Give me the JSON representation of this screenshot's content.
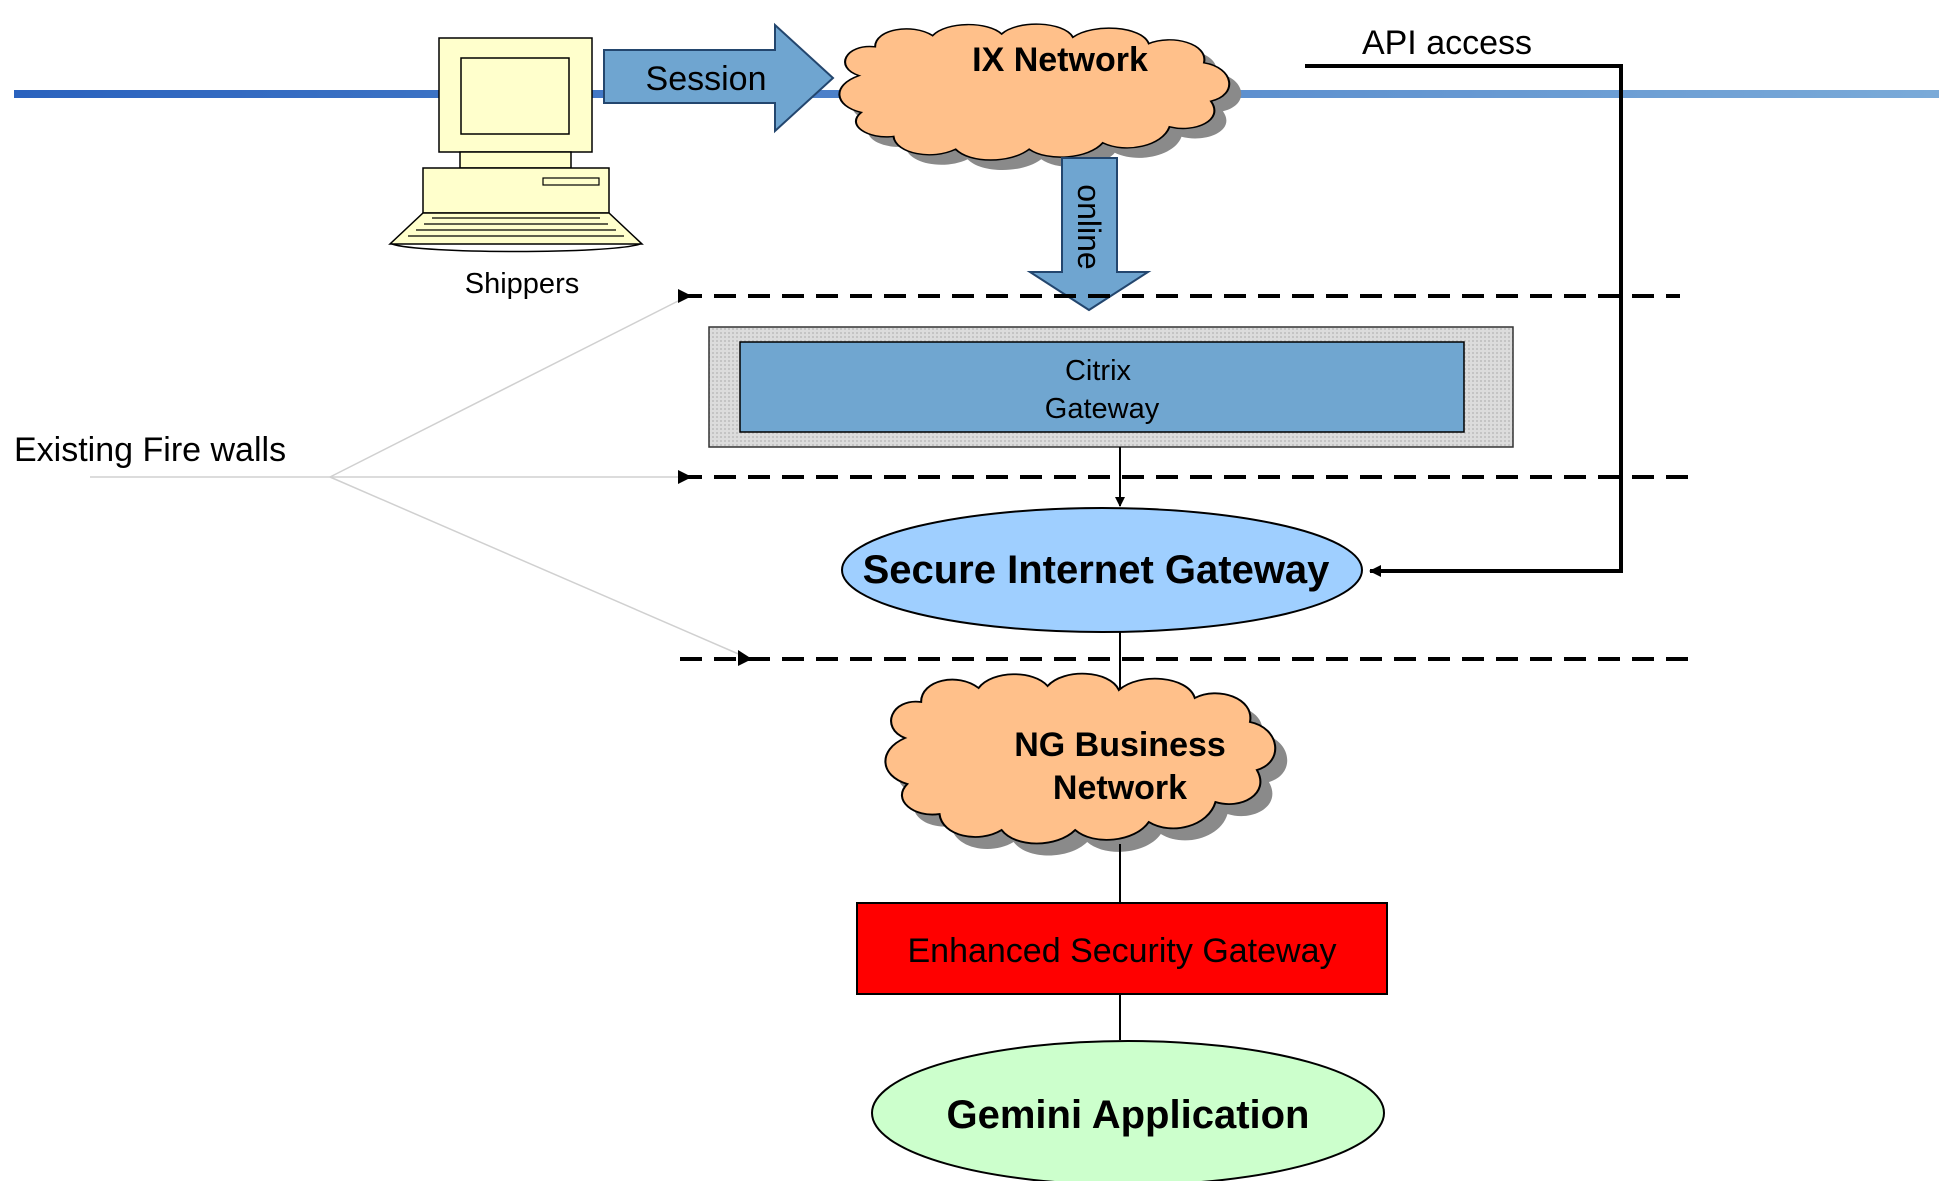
{
  "labels": {
    "session": "Session",
    "ix_network": "IX Network",
    "api_access": "API  access",
    "online": "online",
    "shippers": "Shippers",
    "existing_firewalls": "Existing Fire walls",
    "citrix_line1": "Citrix",
    "citrix_line2": "Gateway",
    "secure_internet_gateway": "Secure Internet Gateway",
    "ng_line1": "NG Business",
    "ng_line2": "Network",
    "enhanced_security_gateway": "Enhanced  Security Gateway",
    "gemini_application": "Gemini Application"
  },
  "colors": {
    "header_rule": "#2e6fc4",
    "arrow_fill": "#6fa5d0",
    "cloud_fill": "#ffc08a",
    "citrix_fill": "#70a6d0",
    "sig_fill": "#9fcfff",
    "esg_fill": "#ff0000",
    "gemini_fill": "#ccffcc",
    "computer_fill": "#ffffcc"
  }
}
